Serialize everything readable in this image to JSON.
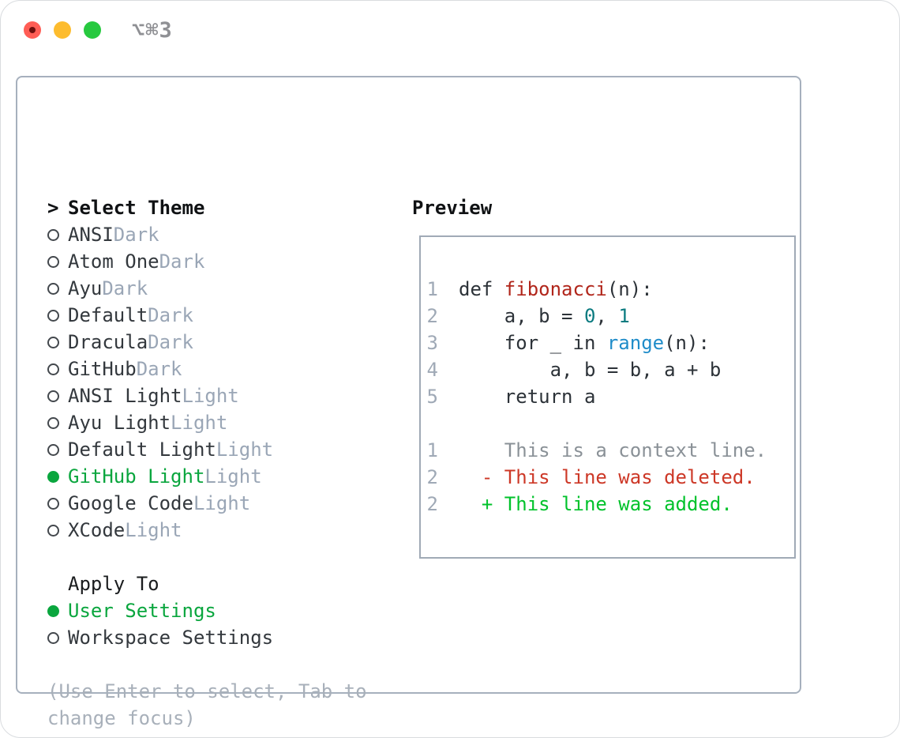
{
  "titlebar": {
    "title": "⌥⌘3",
    "buttons": [
      "close",
      "minimize",
      "zoom"
    ]
  },
  "colors": {
    "selection_green": "#0aa63e",
    "added_green": "#00c22b",
    "deleted_red": "#cd3827",
    "function_red": "#b1261b",
    "number_teal": "#0b7b80",
    "builtin_blue": "#1f8cc9",
    "context_gray": "#8a9197",
    "muted_label_gray": "#9aa6b6",
    "line_number_gray": "#9fa9b6",
    "hint_gray": "#a8b0ba",
    "panel_border": "#a6b0bd",
    "traffic_red": "#ff5d55",
    "traffic_yellow": "#fdbc2e",
    "traffic_green": "#27c93f"
  },
  "theme_picker": {
    "prompt": ">",
    "title": "Select Theme",
    "items": [
      {
        "name": "ANSI",
        "variant": "Dark",
        "selected": false
      },
      {
        "name": "Atom One",
        "variant": "Dark",
        "selected": false
      },
      {
        "name": "Ayu",
        "variant": "Dark",
        "selected": false
      },
      {
        "name": "Default",
        "variant": "Dark",
        "selected": false
      },
      {
        "name": "Dracula",
        "variant": "Dark",
        "selected": false
      },
      {
        "name": "GitHub",
        "variant": "Dark",
        "selected": false
      },
      {
        "name": "ANSI Light",
        "variant": "Light",
        "selected": false
      },
      {
        "name": "Ayu Light",
        "variant": "Light",
        "selected": false
      },
      {
        "name": "Default Light",
        "variant": "Light",
        "selected": false
      },
      {
        "name": "GitHub Light",
        "variant": "Light",
        "selected": true
      },
      {
        "name": "Google Code",
        "variant": "Light",
        "selected": false
      },
      {
        "name": "XCode",
        "variant": "Light",
        "selected": false
      }
    ],
    "apply_to": {
      "title": "Apply To",
      "options": [
        {
          "name": "User Settings",
          "selected": true
        },
        {
          "name": "Workspace Settings",
          "selected": false
        }
      ]
    },
    "hint": [
      "(Use Enter to select, Tab to",
      "change focus)"
    ]
  },
  "preview": {
    "title": "Preview",
    "lines": [
      {
        "num": "1",
        "tokens": [
          [
            "def ",
            "fg"
          ],
          [
            "fibonacci",
            "fn"
          ],
          [
            "(n):",
            "fg"
          ]
        ]
      },
      {
        "num": "2",
        "tokens": [
          [
            "    a, b = ",
            "fg"
          ],
          [
            "0",
            "num"
          ],
          [
            ", ",
            "fg"
          ],
          [
            "1",
            "num"
          ]
        ]
      },
      {
        "num": "3",
        "tokens": [
          [
            "    for _ in ",
            "fg"
          ],
          [
            "range",
            "builtin"
          ],
          [
            "(n):",
            "fg"
          ]
        ]
      },
      {
        "num": "4",
        "tokens": [
          [
            "        a, b = b, a + b",
            "fg"
          ]
        ]
      },
      {
        "num": "5",
        "tokens": [
          [
            "    return a",
            "fg"
          ]
        ]
      },
      {
        "num": "",
        "tokens": []
      },
      {
        "num": "1",
        "tokens": [
          [
            "    This is a context line.",
            "ctx"
          ]
        ]
      },
      {
        "num": "2",
        "tokens": [
          [
            "  - This line was deleted.",
            "del"
          ]
        ]
      },
      {
        "num": "2",
        "tokens": [
          [
            "  + This line was added.",
            "add"
          ]
        ]
      }
    ]
  }
}
